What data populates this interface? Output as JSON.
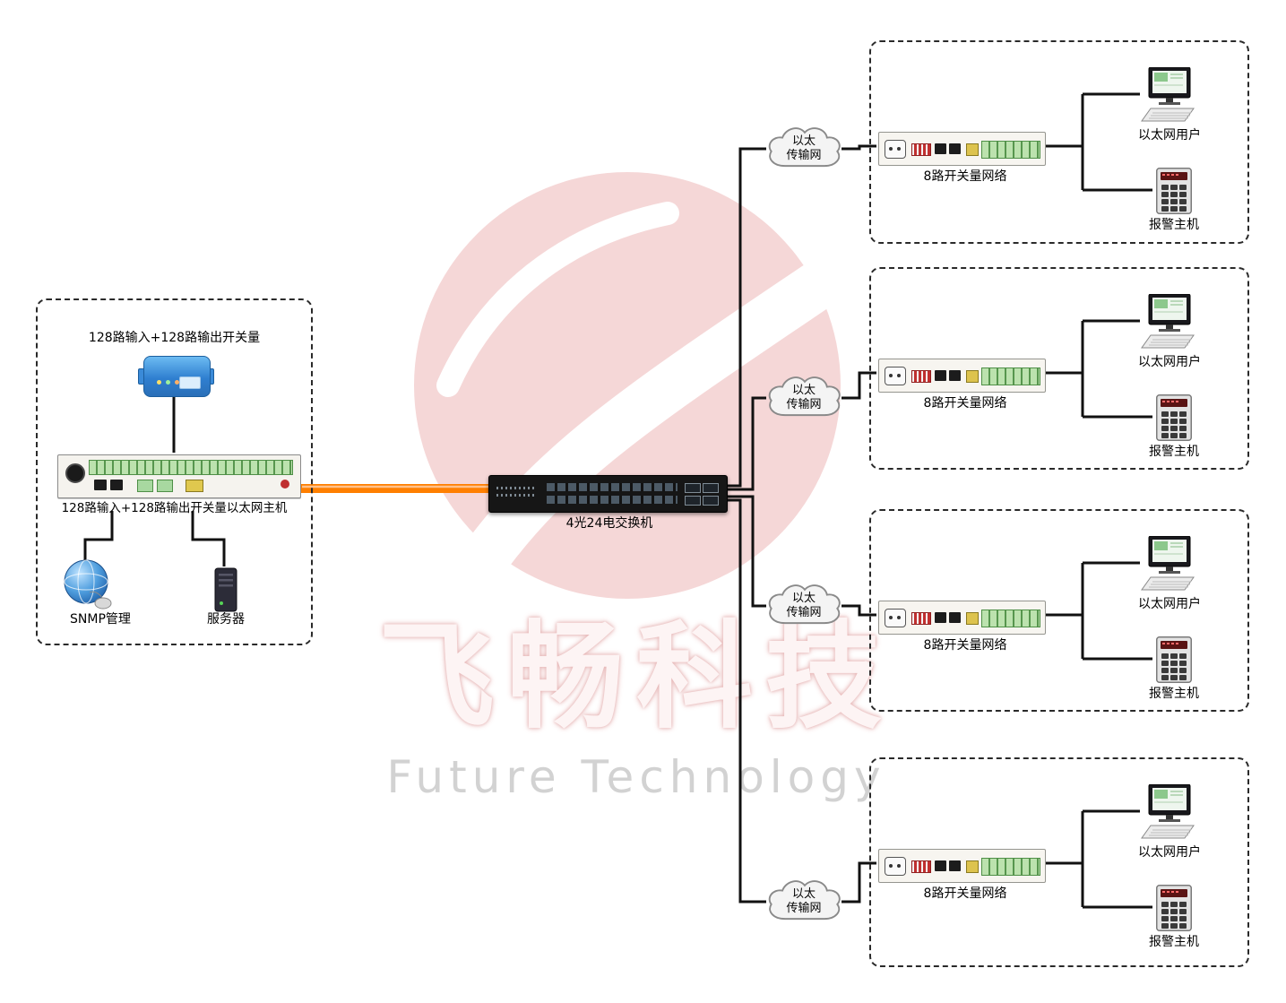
{
  "watermark": {
    "brand_cn": "飞畅科技",
    "brand_en": "Future Technology"
  },
  "left_group": {
    "io_label": "128路输入+128路输出开关量",
    "host_label": "128路输入+128路输出开关量以太网主机",
    "snmp_label": "SNMP管理",
    "server_label": "服务器"
  },
  "switch_label": "4光24电交换机",
  "clouds": [
    {
      "line1": "以太",
      "line2": "传输网"
    },
    {
      "line1": "以太",
      "line2": "传输网"
    },
    {
      "line1": "以太",
      "line2": "传输网"
    },
    {
      "line1": "以太",
      "line2": "传输网"
    }
  ],
  "remote_groups": [
    {
      "device_label": "8路开关量网络",
      "user_label": "以太网用户",
      "alarm_label": "报警主机"
    },
    {
      "device_label": "8路开关量网络",
      "user_label": "以太网用户",
      "alarm_label": "报警主机"
    },
    {
      "device_label": "8路开关量网络",
      "user_label": "以太网用户",
      "alarm_label": "报警主机"
    },
    {
      "device_label": "8路开关量网络",
      "user_label": "以太网用户",
      "alarm_label": "报警主机"
    }
  ],
  "colors": {
    "fiber_cable_orange": "#ff7f00",
    "watermark_pink": "#f5d7d7",
    "cloud_gray": "#f4f4f4",
    "wire_black": "#111111"
  }
}
